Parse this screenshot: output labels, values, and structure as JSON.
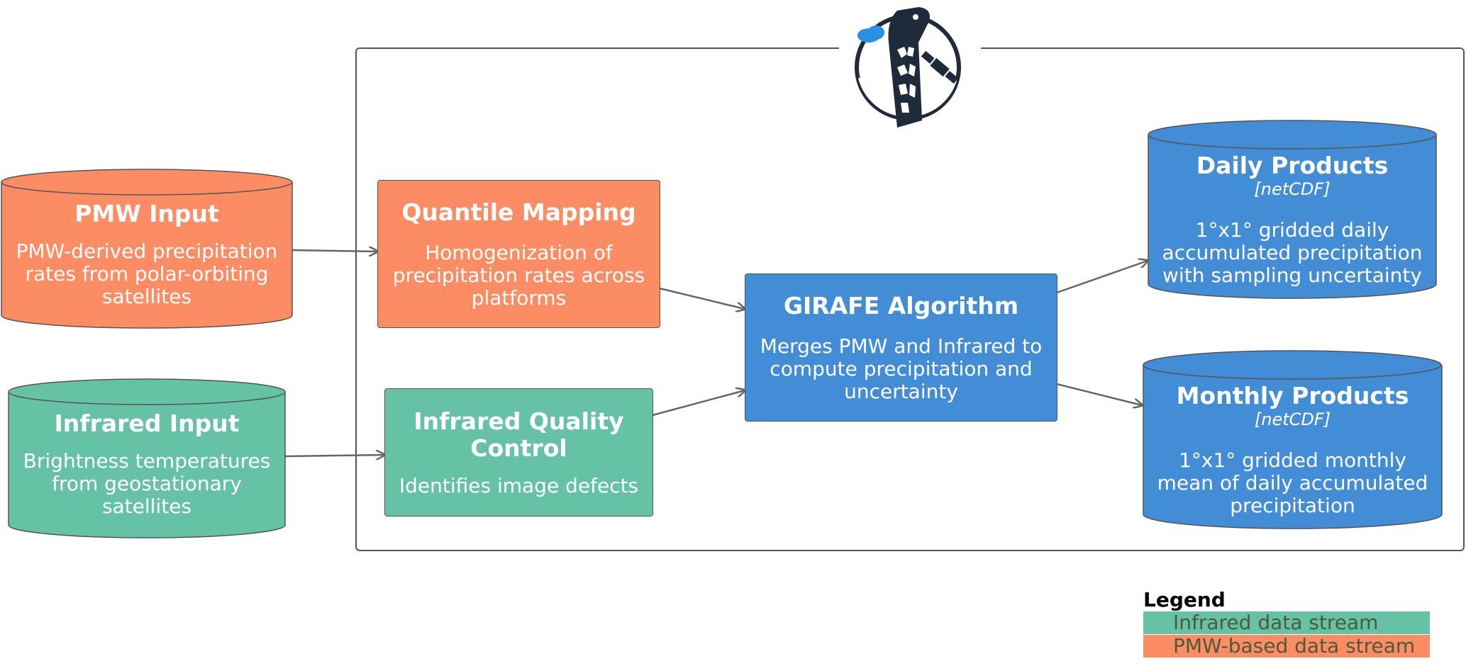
{
  "diagram": {
    "logo": {
      "name": "GIRAFE logo",
      "icon": "giraffe-satellite-icon"
    },
    "inputs": [
      {
        "id": "pmw",
        "title": "PMW Input",
        "description": "PMW-derived precipitation rates from polar-orbiting satellites",
        "stream": "pmw"
      },
      {
        "id": "infrared",
        "title": "Infrared Input",
        "description": "Brightness temperatures from geostationary satellites",
        "stream": "infrared"
      }
    ],
    "processes": [
      {
        "id": "quantile",
        "title": "Quantile Mapping",
        "description": "Homogenization of precipitation rates across platforms",
        "stream": "pmw"
      },
      {
        "id": "irqc",
        "title": "Infrared Quality Control",
        "description": "Identifies image defects",
        "stream": "infrared"
      },
      {
        "id": "girafe",
        "title": "GIRAFE Algorithm",
        "description": "Merges PMW and Infrared to compute precipitation and uncertainty",
        "stream": "merged"
      }
    ],
    "outputs": [
      {
        "id": "daily",
        "title": "Daily Products",
        "technology": "[netCDF]",
        "description": "1°x1° gridded daily accumulated precipitation with sampling uncertainty"
      },
      {
        "id": "monthly",
        "title": "Monthly Products",
        "technology": "[netCDF]",
        "description": "1°x1° gridded monthly mean of daily accumulated precipitation"
      }
    ],
    "edges": [
      {
        "from": "pmw",
        "to": "quantile"
      },
      {
        "from": "infrared",
        "to": "irqc"
      },
      {
        "from": "quantile",
        "to": "girafe"
      },
      {
        "from": "irqc",
        "to": "girafe"
      },
      {
        "from": "girafe",
        "to": "daily"
      },
      {
        "from": "girafe",
        "to": "monthly"
      }
    ],
    "colors": {
      "pmw": "#fc8c64",
      "infrared": "#66c2a5",
      "merged": "#438cd6",
      "edge": "#666666",
      "border": "#555555"
    }
  },
  "legend": {
    "title": "Legend",
    "items": [
      {
        "label": "Infrared data stream",
        "color": "#66c2a5"
      },
      {
        "label": "PMW-based data stream",
        "color": "#fc8c64"
      }
    ]
  }
}
